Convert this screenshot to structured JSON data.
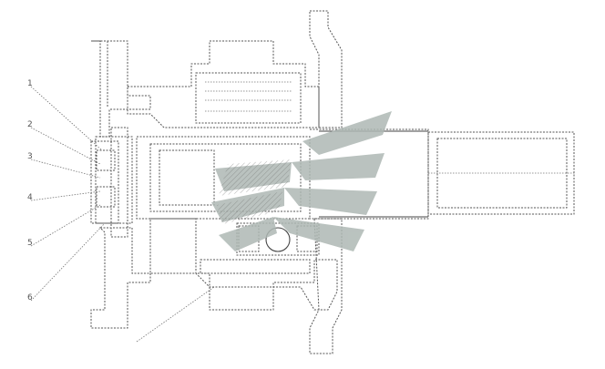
{
  "drawing": {
    "kind": "mechanical-assembly-cross-section",
    "callouts": [
      "1",
      "2",
      "3",
      "4",
      "5",
      "6"
    ],
    "watermark": {
      "kind": "winged-chevron-emblem",
      "color": "#aeb8b4"
    },
    "colors": {
      "line": "#555555",
      "hatch": "#666666",
      "background": "#ffffff",
      "emblem": "#aeb8b4"
    }
  }
}
